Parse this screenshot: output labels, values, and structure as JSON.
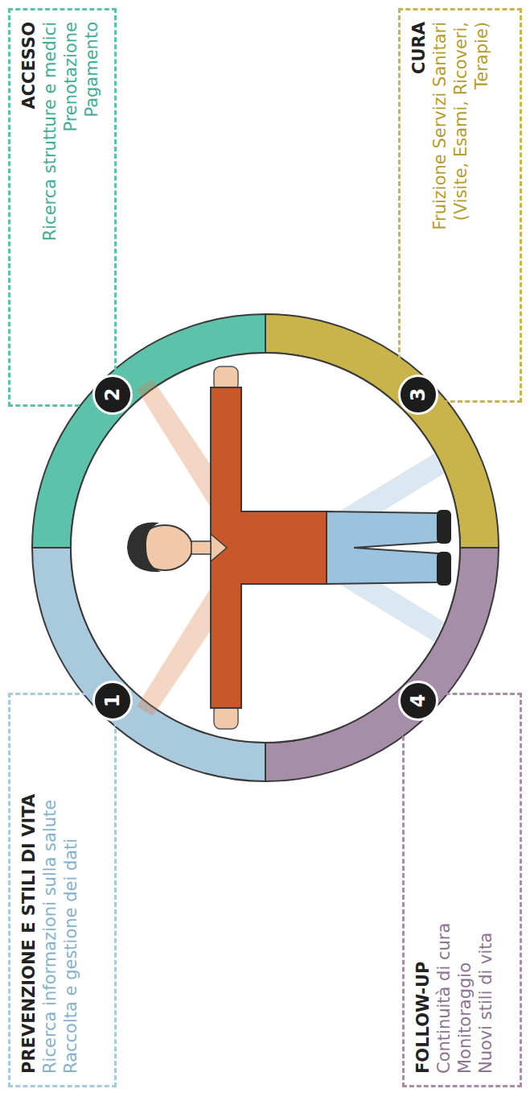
{
  "diagram": {
    "nodes": [
      {
        "text": [
          "PREVENZIONE E STILI DI VITA",
          "Ricerca informazioni sulla salute",
          "Raccolta e gestione dei dati"
        ]
      },
      {
        "text": [
          "ACCESSO",
          "Ricerca strutture e medici",
          "Prenotazione",
          "Pagamento"
        ]
      },
      {
        "text": [
          "CURA",
          "Fruizione Servizi Sanitari (Visite, Esami, Ricoveri, Terapie)"
        ]
      },
      {
        "text": [
          "FOLLOW-UP",
          "Continuità di cura",
          "Monitoraggio",
          "Nuovi stili di vita"
        ]
      },
      {
        "text": [
          "1"
        ]
      },
      {
        "text": [
          "2"
        ]
      },
      {
        "text": [
          "3"
        ]
      },
      {
        "text": [
          "4"
        ]
      }
    ]
  }
}
